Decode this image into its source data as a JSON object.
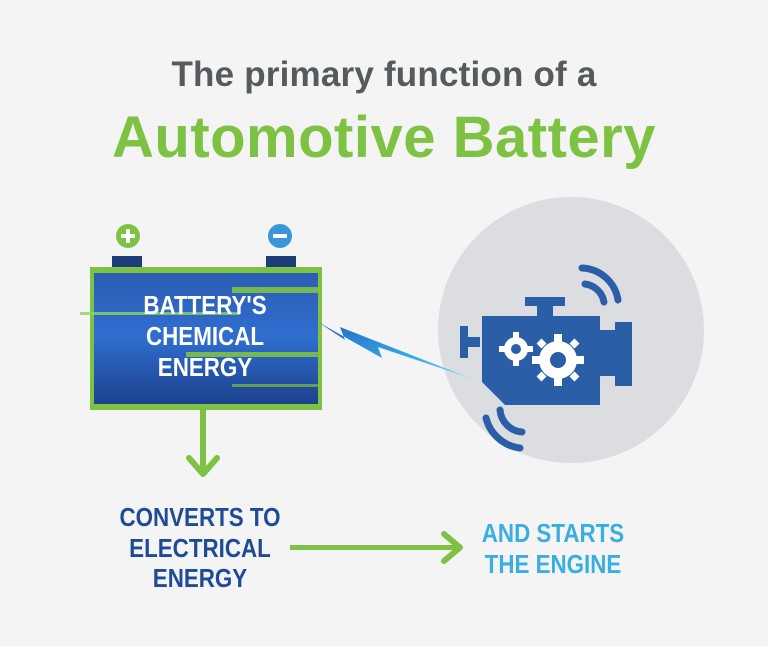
{
  "title": {
    "line1": "The primary function of a",
    "line2": "Automotive Battery"
  },
  "battery": {
    "label_lines": [
      "BATTERY'S",
      "CHEMICAL",
      "ENERGY"
    ],
    "positive_terminal_icon": "plus-icon",
    "negative_terminal_icon": "minus-icon"
  },
  "engine": {
    "icon": "engine-icon"
  },
  "steps": {
    "converts_lines": [
      "CONVERTS TO",
      "ELECTRICAL",
      "ENERGY"
    ],
    "starts_lines": [
      "AND STARTS",
      "THE ENGINE"
    ]
  },
  "colors": {
    "heading_gray": "#555a5d",
    "accent_green": "#7dc242",
    "battery_blue": "#1f4fa0",
    "engine_blue": "#2a5fa8",
    "text_navy": "#1e4a96",
    "text_light_blue": "#3aaee0",
    "circle_gray": "#dcdde0"
  }
}
